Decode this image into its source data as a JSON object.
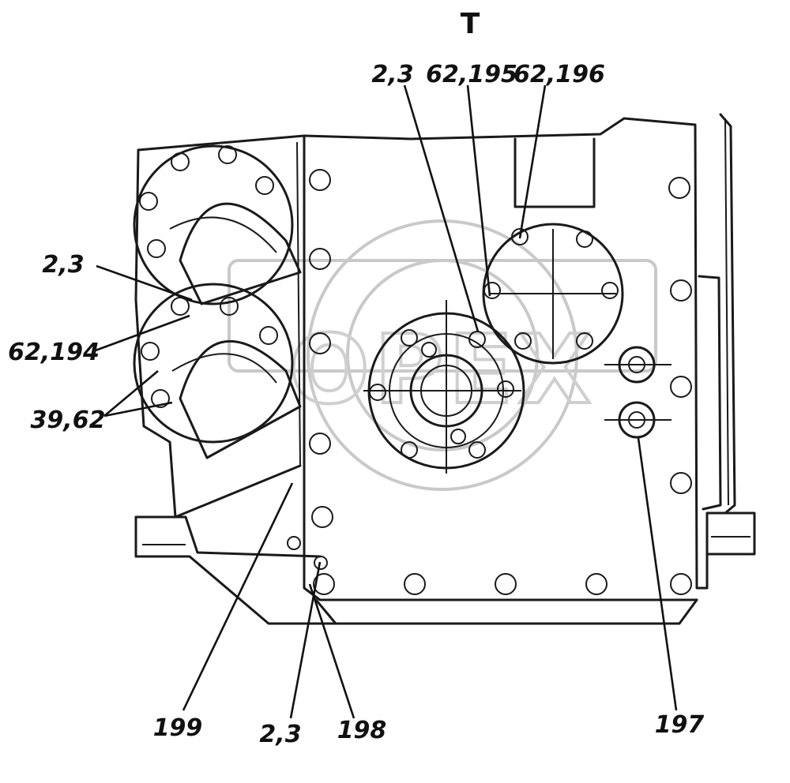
{
  "view_title": "T",
  "callouts": {
    "c_2_3_top": "2,3",
    "c_62_195": "62,195",
    "c_62_196": "62,196",
    "c_2_3_left": "2,3",
    "c_62_194": "62,194",
    "c_39_62": "39,62",
    "c_199": "199",
    "c_2_3_bottom": "2,3",
    "c_198": "198",
    "c_197": "197"
  },
  "watermark": "ОРЕХ",
  "colors": {
    "line": "#1a1a1a",
    "watermark": "#c9c9c9",
    "background": "#ffffff"
  }
}
